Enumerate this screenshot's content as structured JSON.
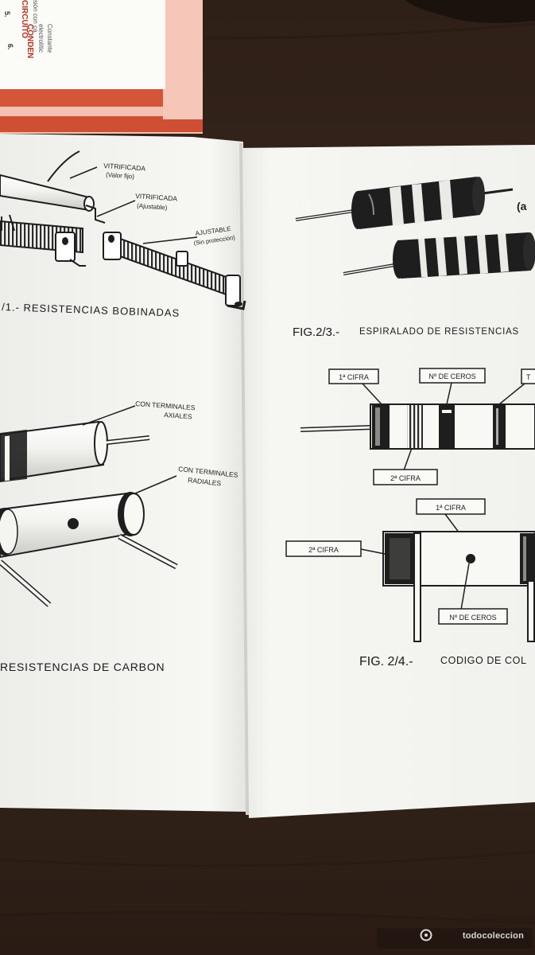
{
  "top_booklet": {
    "items": [
      {
        "number": "5.",
        "title": "CIRCUITO",
        "subtitle": "sión con ca"
      },
      {
        "number": "6.",
        "title": "CONDEN",
        "subtitle": "electrolític",
        "subtitle2": "Constante"
      }
    ]
  },
  "left_page": {
    "fig1": {
      "labels": {
        "vitrificada_fijo": "VITRIFICADA",
        "valor_fijo": "(Valor fijo)",
        "vitrificada_ajustable": "VITRIFICADA",
        "ajustable_paren": "(Ajustable)",
        "ajustable": "AJUSTABLE",
        "sin_proteccion": "(Sin protección)"
      },
      "caption": "/1.- RESISTENCIAS BOBINADAS"
    },
    "fig2": {
      "labels": {
        "axiales_1": "CON TERMINALES",
        "axiales_2": "AXIALES",
        "radiales_1": "CON TERMINALES",
        "radiales_2": "RADIALES"
      },
      "caption": "RESISTENCIAS DE CARBON"
    }
  },
  "right_page": {
    "fig3": {
      "caption_prefix": "FIG.2/3.-",
      "caption_text": "ESPIRALADO DE RESISTENCIAS",
      "side_label": "(a"
    },
    "fig4": {
      "labels": {
        "cifra1_top": "1ª CIFRA",
        "ceros_top": "Nº DE CEROS",
        "tol_top": "T",
        "cifra2_top": "2ª CIFRA",
        "cifra1_bottom": "1ª CIFRA",
        "cifra2_bottom": "2ª CIFRA",
        "ceros_bottom": "Nº DE CEROS"
      },
      "caption_prefix": "FIG. 2/4.-",
      "caption_text": "CODIGO DE COL"
    }
  },
  "watermark": {
    "text": "todocoleccion"
  },
  "colors": {
    "table": "#3a2a20",
    "paper": "#f6f6f2",
    "ink": "#1e1e1e",
    "booklet_red": "#d4553a",
    "booklet_pink": "#f5c2b4"
  }
}
